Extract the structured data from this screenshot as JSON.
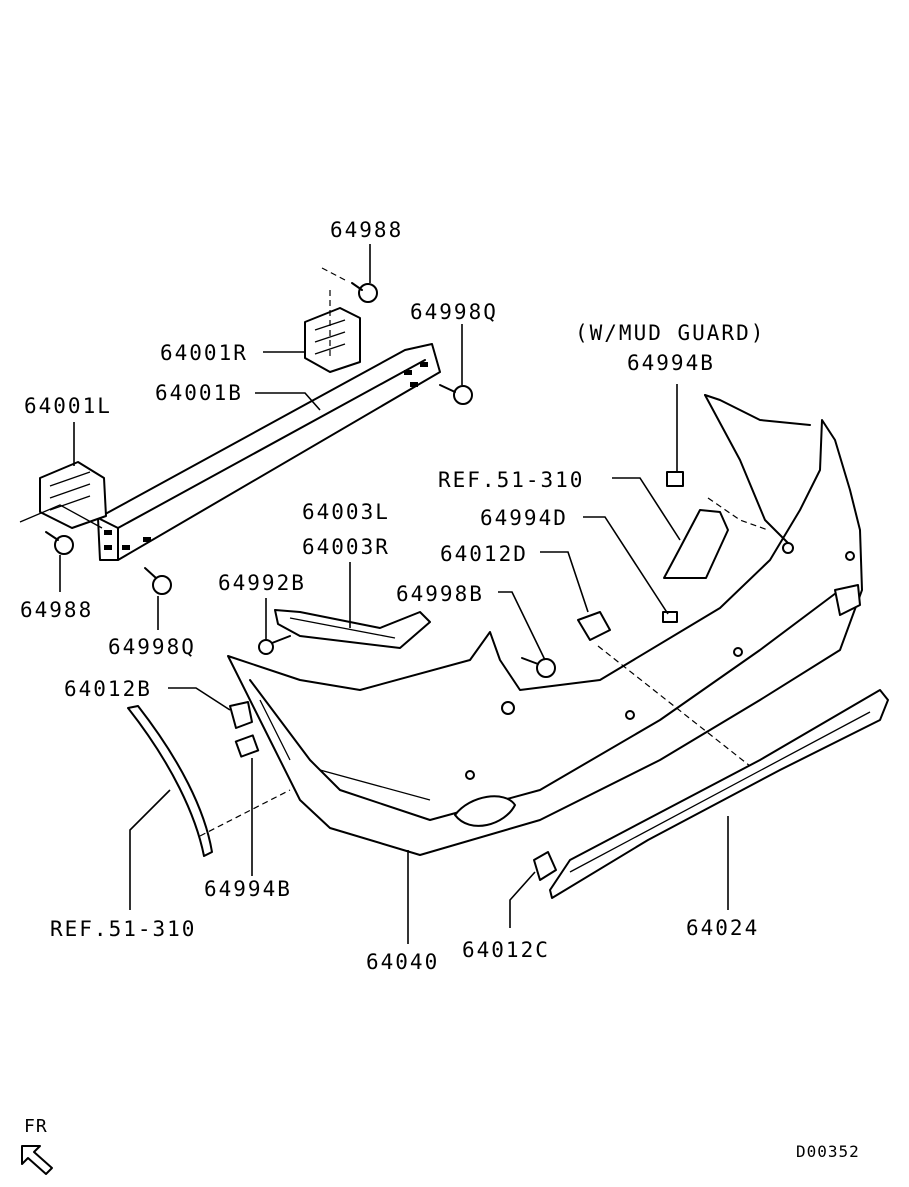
{
  "labels": {
    "bolt_top": "64988",
    "bolt_top_right": "64998Q",
    "bracket_r": "64001R",
    "bracket_l": "64001L",
    "reinforcement": "64001B",
    "bolt_left": "64988",
    "bolt_left_q": "64998Q",
    "retainer_l": "64003L",
    "retainer_r": "64003R",
    "screw": "64992B",
    "bolt_center": "64998B",
    "clip_d": "64012D",
    "nut_d": "64994D",
    "ref_upper": "REF.51-310",
    "mud_guard_note": "(W/MUD GUARD)",
    "nut_b_top": "64994B",
    "clip_b": "64012B",
    "nut_b_bottom": "64994B",
    "ref_lower": "REF.51-310",
    "bumper": "64040",
    "clip_c": "64012C",
    "lower_cover": "64024",
    "front_indicator": "FR",
    "diagram_code": "D00352"
  }
}
